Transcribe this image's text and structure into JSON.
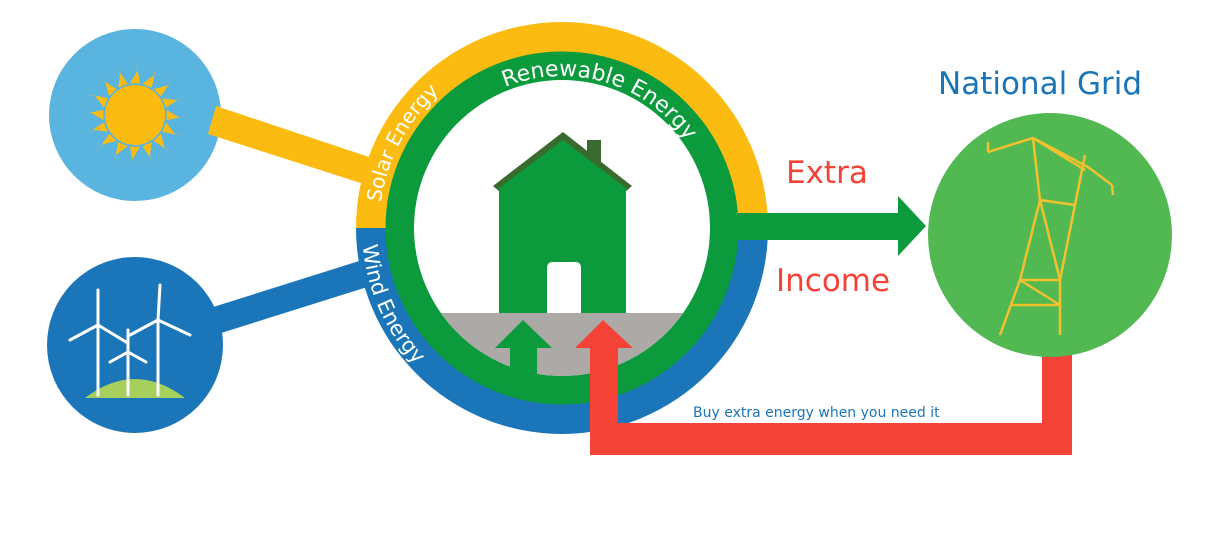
{
  "ring_labels": {
    "solar": "Solar Energy",
    "renewable": "Renewable Energy",
    "wind": "Wind Energy"
  },
  "grid_title": "National Grid",
  "extra_label": "Extra",
  "income_label": "Income",
  "buy_note": "Buy extra energy when you need it",
  "colors": {
    "solar": "#fbbb10",
    "wind": "#1a76b9",
    "green": "#0b9a3c",
    "grid_circle": "#52b852",
    "red": "#f44336",
    "sky": "#5ab4e0",
    "text_blue": "#1a75b8"
  }
}
